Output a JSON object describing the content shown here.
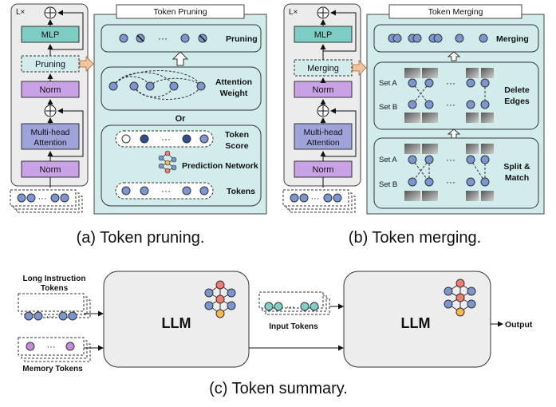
{
  "colors": {
    "panel_blue": "#d2ecec",
    "panel_gray": "#ececec",
    "mlp_teal": "#7dcdc5",
    "norm_purple": "#c9a2e6",
    "attn_purple": "#9ea3d9",
    "token_blue": "#7b97d1",
    "token_dark": "#2d4d8e",
    "token_teal": "#7fd0c9",
    "token_purple": "#c58bdc",
    "arrow_orange": "#f2c49a",
    "llm_box": "#ededed"
  },
  "panel_a": {
    "repeat_label": "L×",
    "mlp": "MLP",
    "pruning": "Pruning",
    "norm1": "Norm",
    "mha_line1": "Multi-head",
    "mha_line2": "Attention",
    "norm2": "Norm",
    "plus_symbol": "+",
    "detail_title": "Token Pruning",
    "pruning_label": "Pruning",
    "attn_label_line1": "Attention",
    "attn_label_line2": "Weight",
    "or_label": "Or",
    "score_label_line1": "Token",
    "score_label_line2": "Score",
    "prediction_label": "Prediction Network",
    "tokens_label": "Tokens",
    "ellipsis": "···",
    "caption": "(a) Token pruning."
  },
  "panel_b": {
    "repeat_label": "L×",
    "mlp": "MLP",
    "merging": "Merging",
    "norm1": "Norm",
    "mha_line1": "Multi-head",
    "mha_line2": "Attention",
    "norm2": "Norm",
    "detail_title": "Token Merging",
    "merging_label": "Merging",
    "set_a": "Set A",
    "set_b": "Set B",
    "delete_line1": "Delete",
    "delete_line2": "Edges",
    "split_line1": "Split &",
    "split_line2": "Match",
    "ellipsis": "···",
    "caption": "(b) Token merging."
  },
  "panel_c": {
    "long_line1": "Long Instruction",
    "long_line2": "Tokens",
    "memory_label": "Memory Tokens",
    "llm1": "LLM",
    "input_tokens": "Input Tokens",
    "llm2": "LLM",
    "output": "Output",
    "ellipsis": "···",
    "caption": "(c) Token summary."
  }
}
